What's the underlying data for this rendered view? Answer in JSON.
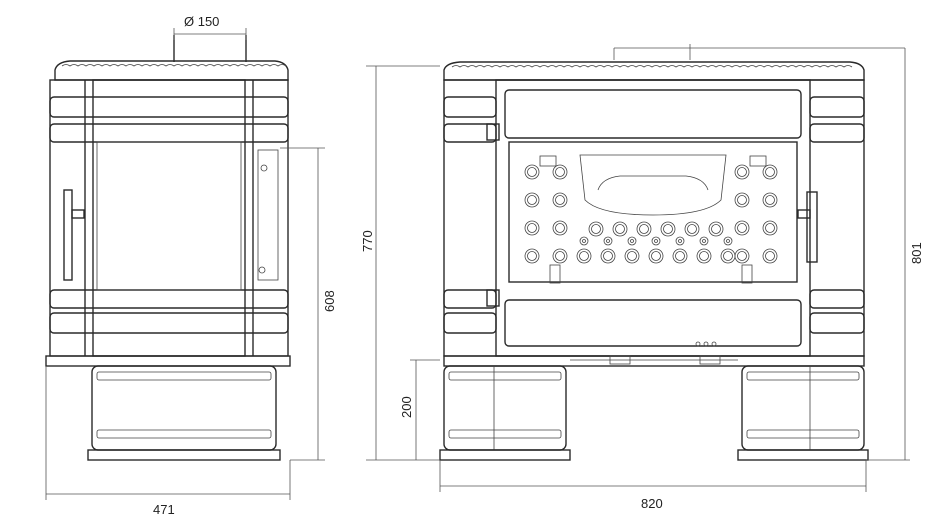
{
  "dimensions": {
    "flue_diameter": "Ø 150",
    "side_width": "471",
    "side_body_height": "608",
    "front_width": "820",
    "front_total_height": "770",
    "front_overall_height": "801",
    "leg_height": "200"
  },
  "colors": {
    "line": "#2a2a2a",
    "dimension_line": "#555555",
    "background": "#ffffff"
  }
}
